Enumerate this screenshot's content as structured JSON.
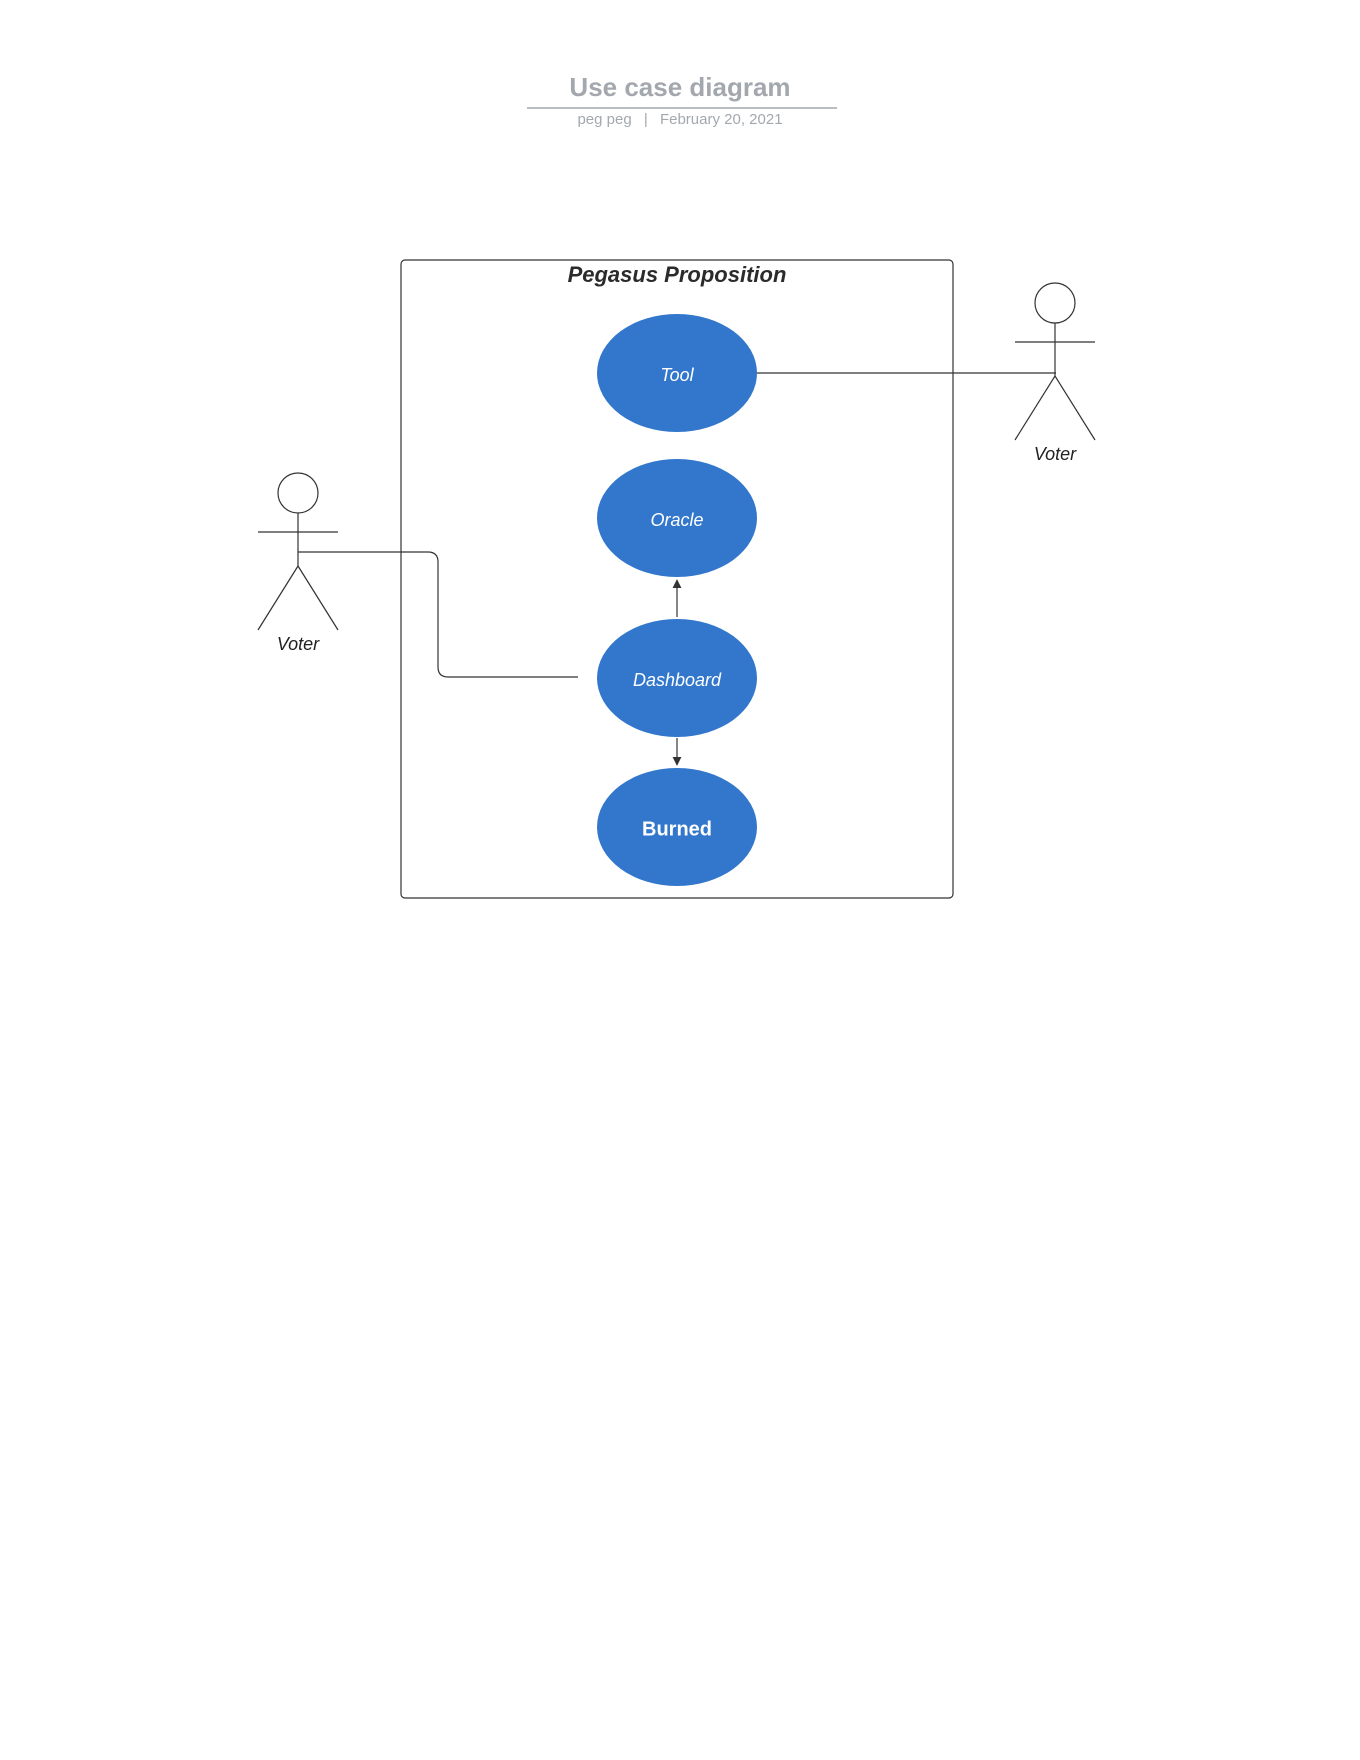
{
  "header": {
    "title": "Use case diagram",
    "author": "peg peg",
    "separator": "|",
    "date": "February 20, 2021"
  },
  "system": {
    "title": "Pegasus Proposition"
  },
  "use_cases": {
    "tool": "Tool",
    "oracle": "Oracle",
    "dashboard": "Dashboard",
    "burned": "Burned"
  },
  "actors": {
    "right": "Voter",
    "left": "Voter"
  },
  "colors": {
    "use_case_fill": "#3277cc",
    "use_case_text": "#ffffff",
    "line": "#333333",
    "header_text": "#a3a8ae",
    "header_rule": "#a3a8ae",
    "boundary_title": "#2b2b2b"
  }
}
